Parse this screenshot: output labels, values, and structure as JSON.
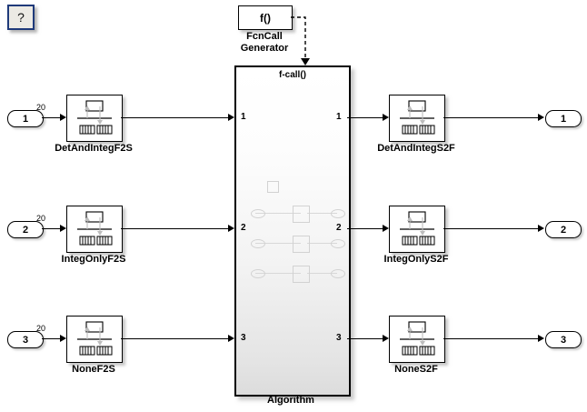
{
  "window": {
    "title": "Simulink Block Diagram",
    "background": "#ffffff"
  },
  "help_button": {
    "label": "?",
    "name": "help-button",
    "border_color": "#1f3a7a"
  },
  "fcncall_generator": {
    "block_text": "f()",
    "label_line1": "FcnCall",
    "label_line2": "Generator",
    "connection_style": "dashed"
  },
  "algorithm": {
    "label": "Algorithm",
    "trigger_label": "f-call()",
    "input_ports": [
      "1",
      "2",
      "3"
    ],
    "output_ports": [
      "1",
      "2",
      "3"
    ],
    "fill_top": "#ffffff",
    "fill_bottom": "#dcdcdc"
  },
  "inports": [
    {
      "label": "1",
      "signal_width": "20"
    },
    {
      "label": "2",
      "signal_width": "20"
    },
    {
      "label": "3",
      "signal_width": "20"
    }
  ],
  "outports": [
    {
      "label": "1"
    },
    {
      "label": "2"
    },
    {
      "label": "3"
    }
  ],
  "f2s_blocks": [
    {
      "label": "DetAndIntegF2S",
      "icon": "rate-transition-icon"
    },
    {
      "label": "IntegOnlyF2S",
      "icon": "rate-transition-icon"
    },
    {
      "label": "NoneF2S",
      "icon": "rate-transition-icon"
    }
  ],
  "s2f_blocks": [
    {
      "label": "DetAndIntegS2F",
      "icon": "rate-transition-icon"
    },
    {
      "label": "IntegOnlyS2F",
      "icon": "rate-transition-icon"
    },
    {
      "label": "NoneS2F",
      "icon": "rate-transition-icon"
    }
  ]
}
